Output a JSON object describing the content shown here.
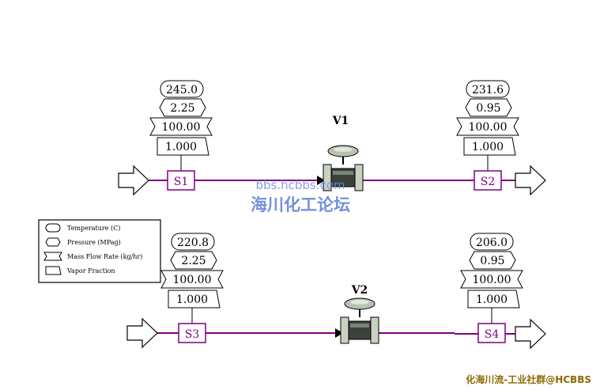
{
  "colors": {
    "stream_line": "#800080",
    "stream_box": "#800080",
    "outline": "#000000",
    "watermark_blue": "#5b7fd6",
    "footer_text": "#8a6a00"
  },
  "streams": {
    "s1": {
      "name": "S1",
      "temperature": "245.0",
      "pressure": "2.25",
      "mass_flow": "100.00",
      "vapor_fraction": "1.000"
    },
    "s2": {
      "name": "S2",
      "temperature": "231.6",
      "pressure": "0.95",
      "mass_flow": "100.00",
      "vapor_fraction": "1.000"
    },
    "s3": {
      "name": "S3",
      "temperature": "220.8",
      "pressure": "2.25",
      "mass_flow": "100.00",
      "vapor_fraction": "1.000"
    },
    "s4": {
      "name": "S4",
      "temperature": "206.0",
      "pressure": "0.95",
      "mass_flow": "100.00",
      "vapor_fraction": "1.000"
    }
  },
  "valves": {
    "v1": {
      "name": "V1",
      "icon": "valve-icon"
    },
    "v2": {
      "name": "V2",
      "icon": "valve-icon"
    }
  },
  "legend": {
    "temperature": "Temperature (C)",
    "pressure": "Pressure (MPag)",
    "mass_flow": "Mass Flow Rate (kg/hr)",
    "vapor_fraction": "Vapor Fraction"
  },
  "watermark": {
    "url": "bbs.hcbbs.com",
    "cn": "海川化工论坛"
  },
  "footer": "化海川流-工业社群@HCBBS"
}
